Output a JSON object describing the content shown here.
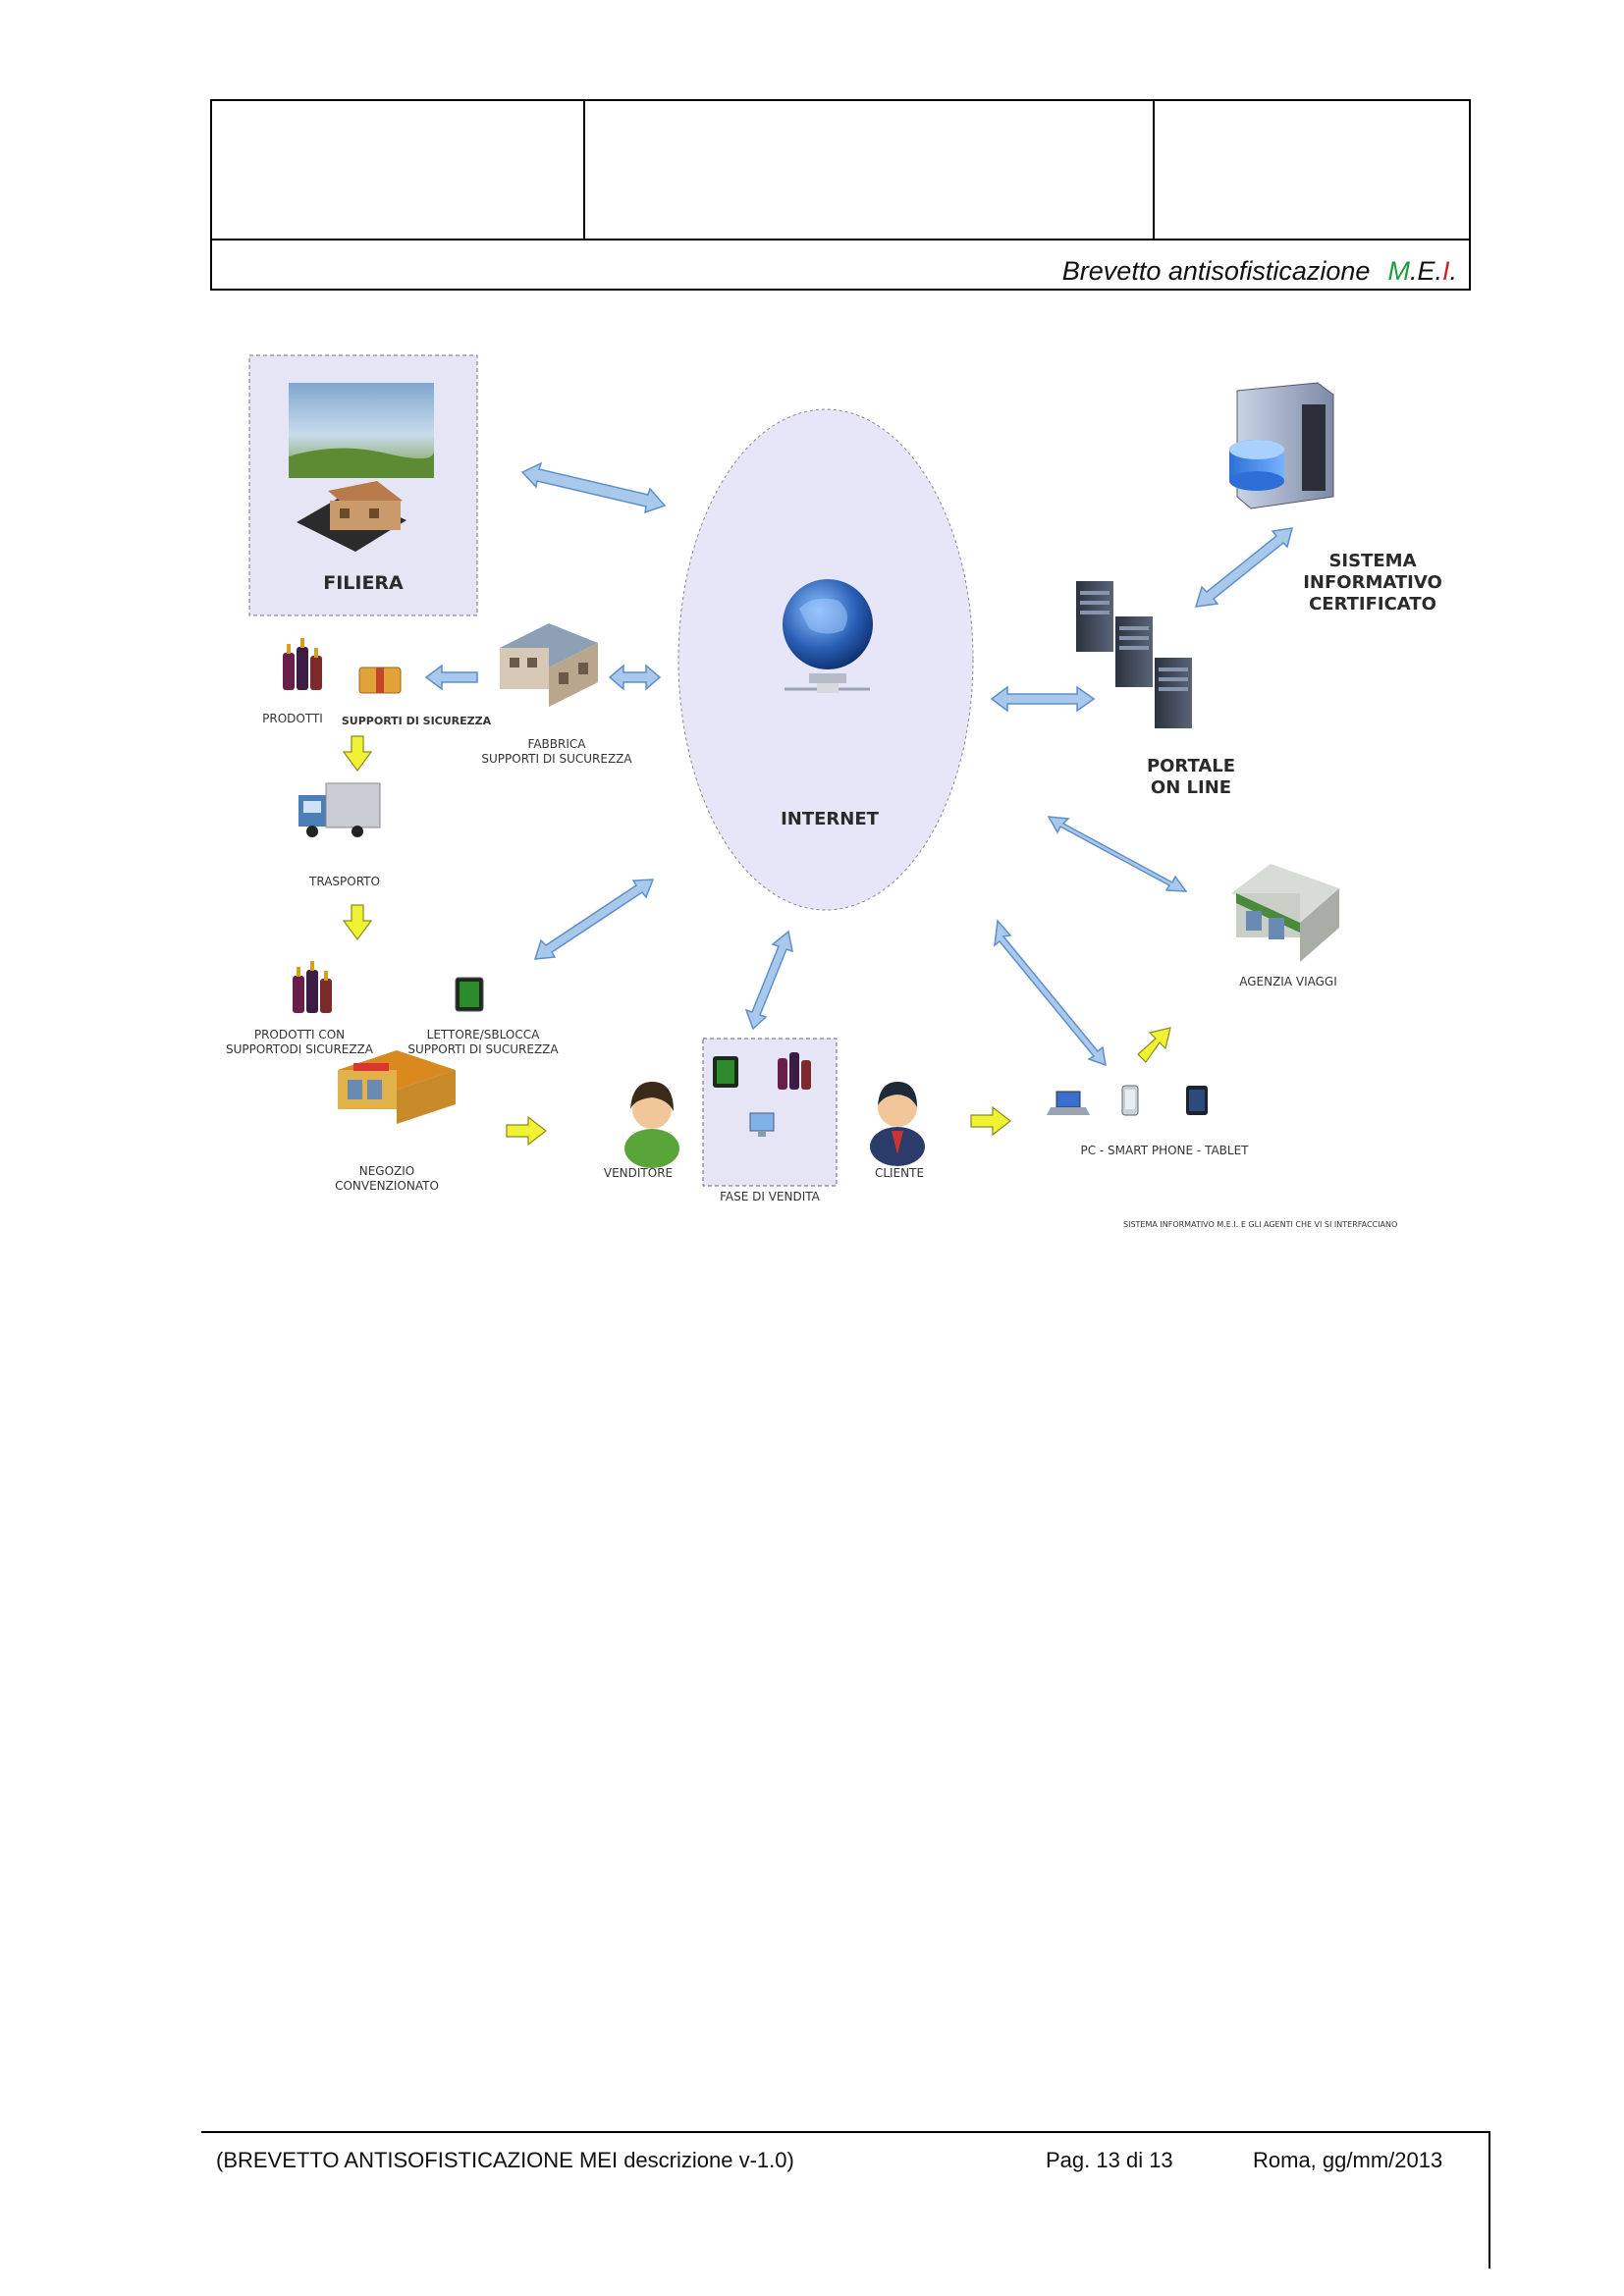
{
  "header": {
    "title": "Brevetto antisofisticazione",
    "brand": {
      "m": "M",
      "e": ".E.",
      "i": "I",
      "dot": "."
    }
  },
  "diagram": {
    "labels": {
      "filiera": "FILIERA",
      "prodotti": "PRODOTTI",
      "supporti": "SUPPORTI DI SICUREZZA",
      "fabbrica_1": "FABBRICA",
      "fabbrica_2": "SUPPORTI DI SUCUREZZA",
      "trasporto": "TRASPORTO",
      "prodotti_con_1": "PRODOTTI CON",
      "prodotti_con_2": "SUPPORTODI SICUREZZA",
      "lettore_1": "LETTORE/SBLOCCA",
      "lettore_2": "SUPPORTI DI SUCUREZZA",
      "negozio_1": "NEGOZIO",
      "negozio_2": "CONVENZIONATO",
      "venditore": "VENDITORE",
      "fase_vendita": "FASE DI VENDITA",
      "cliente": "CLIENTE",
      "devices": "PC -  SMART PHONE -  TABLET",
      "agenzia": "AGENZIA VIAGGI",
      "internet": "INTERNET",
      "portale_1": "PORTALE",
      "portale_2": "ON LINE",
      "sistema_1": "SISTEMA",
      "sistema_2": "INFORMATIVO",
      "sistema_3": "CERTIFICATO",
      "caption": "SISTEMA INFORMATIVO M.E.I. E GLI AGENTI CHE VI SI INTERFACCIANO"
    },
    "icons": [
      "landscape-photo",
      "farm-building-icon",
      "wine-bottles-icon",
      "security-box-icon",
      "factory-icon",
      "truck-icon",
      "reader-device-icon",
      "shop-icon",
      "seller-avatar-icon",
      "customer-avatar-icon",
      "monitor-icon",
      "laptop-icon",
      "smartphone-icon",
      "tablet-icon",
      "travel-agency-icon",
      "globe-icon",
      "server-icon",
      "database-server-icon"
    ],
    "colors": {
      "blue_arrow": "#a9c9ec",
      "yellow_arrow": "#f1f234",
      "internet_ellipse": "#e7e6f8",
      "panel": "#e6e5f6"
    }
  },
  "footer": {
    "doc_ref": "(BREVETTO ANTISOFISTICAZIONE MEI descrizione v-1.0)",
    "page": "Pag. 13 di 13",
    "place_date": "Roma, gg/mm/2013"
  }
}
